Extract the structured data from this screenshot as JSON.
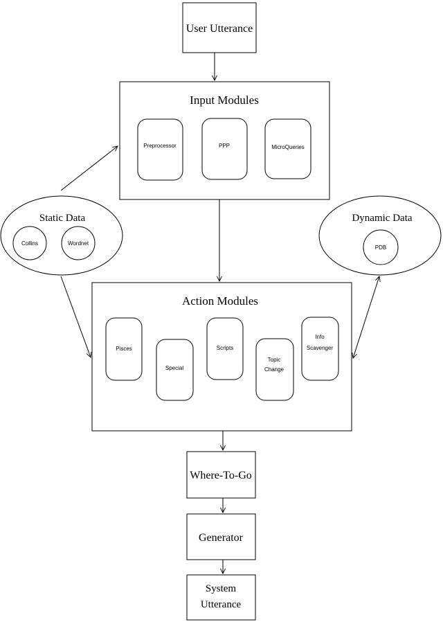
{
  "diagram": {
    "user_utterance": {
      "label": "User Utterance"
    },
    "input_modules": {
      "title": "Input Modules",
      "modules": [
        {
          "label": "Preprocessor"
        },
        {
          "label": "PPP"
        },
        {
          "label": "MicroQueries"
        }
      ]
    },
    "static_data": {
      "title": "Static Data",
      "stores": [
        {
          "label": "Collins"
        },
        {
          "label": "Wordnet"
        }
      ]
    },
    "dynamic_data": {
      "title": "Dynamic Data",
      "stores": [
        {
          "label": "PDB"
        }
      ]
    },
    "action_modules": {
      "title": "Action Modules",
      "modules": [
        {
          "lines": [
            "Pisces"
          ]
        },
        {
          "lines": [
            "Special"
          ]
        },
        {
          "lines": [
            "Scripts"
          ]
        },
        {
          "lines": [
            "Topic",
            "Change"
          ]
        },
        {
          "lines": [
            "Info",
            "Scavenger"
          ]
        }
      ]
    },
    "where_to_go": {
      "label": "Where-To-Go"
    },
    "generator": {
      "label": "Generator"
    },
    "system_utterance": {
      "lines": [
        "System",
        "Utterance"
      ]
    },
    "edges": [
      {
        "from": "user-utterance",
        "to": "input-modules",
        "bidirectional": false
      },
      {
        "from": "static-data",
        "to": "input-modules",
        "bidirectional": false
      },
      {
        "from": "input-modules",
        "to": "action-modules",
        "bidirectional": false
      },
      {
        "from": "static-data",
        "to": "action-modules",
        "bidirectional": false
      },
      {
        "from": "action-modules",
        "to": "dynamic-data",
        "bidirectional": true
      },
      {
        "from": "action-modules",
        "to": "where-to-go",
        "bidirectional": false
      },
      {
        "from": "where-to-go",
        "to": "generator",
        "bidirectional": false
      },
      {
        "from": "generator",
        "to": "system-utterance",
        "bidirectional": false
      }
    ],
    "colors": {
      "stroke": "#000000",
      "background": "#ffffff"
    }
  }
}
